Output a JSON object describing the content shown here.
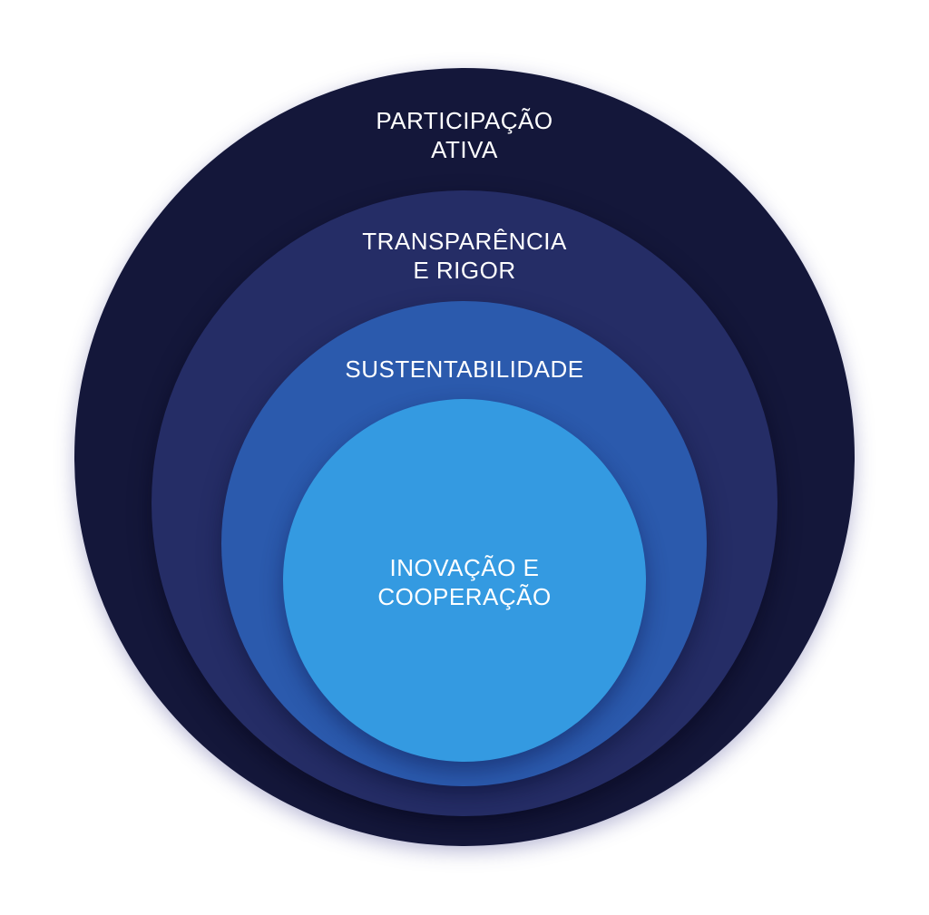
{
  "diagram": {
    "rings": [
      {
        "lines": [
          "PARTICIPAÇÃO",
          "ATIVA"
        ],
        "color": "#14173a"
      },
      {
        "lines": [
          "TRANSPARÊNCIA",
          "E RIGOR"
        ],
        "color": "#252d66"
      },
      {
        "lines": [
          "SUSTENTABILIDADE"
        ],
        "color": "#2b5aad"
      },
      {
        "lines": [
          "INOVAÇÃO E",
          "COOPERAÇÃO"
        ],
        "color": "#349ae1"
      }
    ]
  }
}
